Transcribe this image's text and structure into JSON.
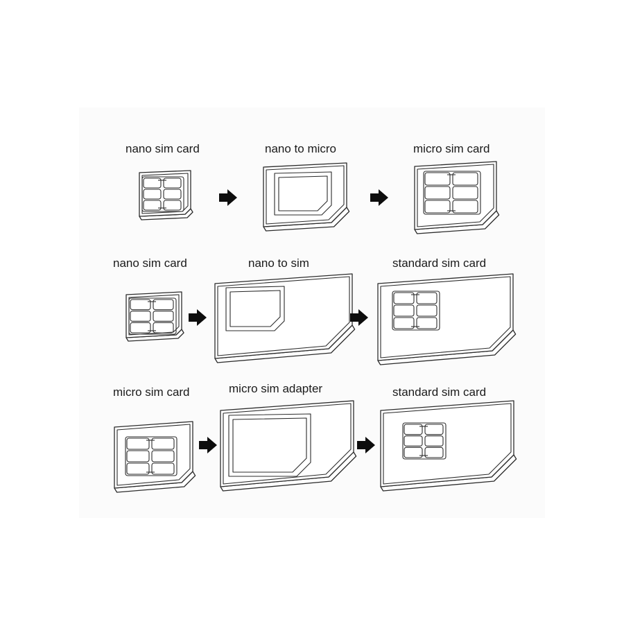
{
  "rows": [
    {
      "left": "nano sim card",
      "middle": "nano to micro",
      "right": "micro sim card"
    },
    {
      "left": "nano sim card",
      "middle": "nano to sim",
      "right": "standard sim card"
    },
    {
      "left": "micro sim card",
      "middle": "micro sim adapter",
      "right": "standard sim card"
    }
  ],
  "icons": {
    "arrow": "right-arrow-icon",
    "chip": "sim-chip-icon"
  }
}
